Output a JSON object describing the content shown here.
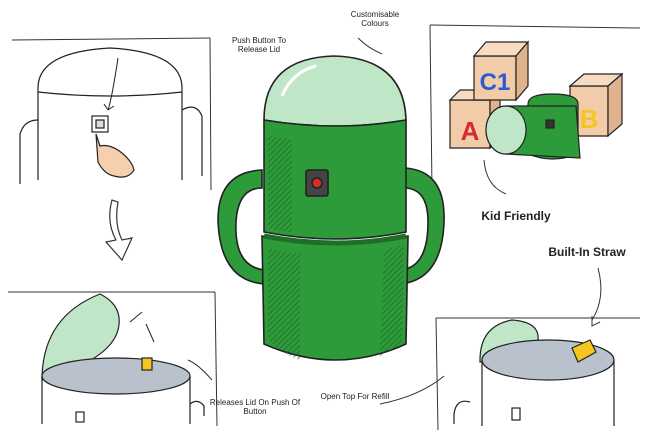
{
  "labels": {
    "customisable": "Customisable Colours",
    "push_button": "Push Button To Release Lid",
    "kid_friendly": "Kid Friendly",
    "built_in_straw": "Built-In Straw",
    "releases_lid": "Releases Lid On Push Of Button",
    "open_top": "Open Top For Refill"
  },
  "blocks": {
    "block_a": "A",
    "block_b": "B",
    "block_c1": "C1"
  },
  "colors": {
    "body_green": "#2e9b3b",
    "dark_green": "#1f6e28",
    "lid_mint": "#bfe6c6",
    "button_red": "#d62c2c",
    "block_tan": "#f2cba8",
    "straw_yellow": "#f5c623",
    "lid_grey": "#b9c2cc",
    "outline": "#222222"
  }
}
